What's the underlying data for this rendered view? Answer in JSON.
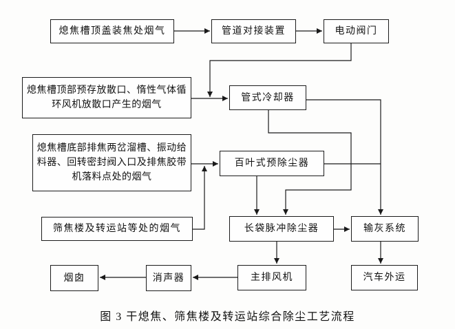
{
  "figure": {
    "caption": "图 3  干熄焦、筛焦楼及转运站综合除尘工艺流程",
    "nodes": {
      "quench_tower_top_gas": "熄焦槽顶盖装焦处烟气",
      "pipe_docking_device": "管道对接装置",
      "electric_valve": "电动阀门",
      "top_vent_gas": "熄焦槽顶部预存放散口、惰性气体循\n环风机放散口产生的烟气",
      "tube_cooler": "管式冷却器",
      "bottom_discharge_gas": "熄焦槽底部排焦两岔溜槽、振动给\n料器、回转密封阀入口及排焦胶带\n机落料点处的烟气",
      "louver_pre_collector": "百叶式预除尘器",
      "screening_station_gas": "筛焦楼及转运站等处的烟气",
      "long_bag_pulse_collector": "长袋脉冲除尘器",
      "ash_conveying_system": "输灰系统",
      "chimney": "烟囱",
      "silencer": "消声器",
      "main_exhaust_fan": "主排风机",
      "truck_transport": "汽车外运"
    },
    "colors": {
      "line": "#1a1a1a",
      "box_border": "#1a1a1a",
      "background": "#fdfdfc",
      "text": "#111111"
    }
  }
}
